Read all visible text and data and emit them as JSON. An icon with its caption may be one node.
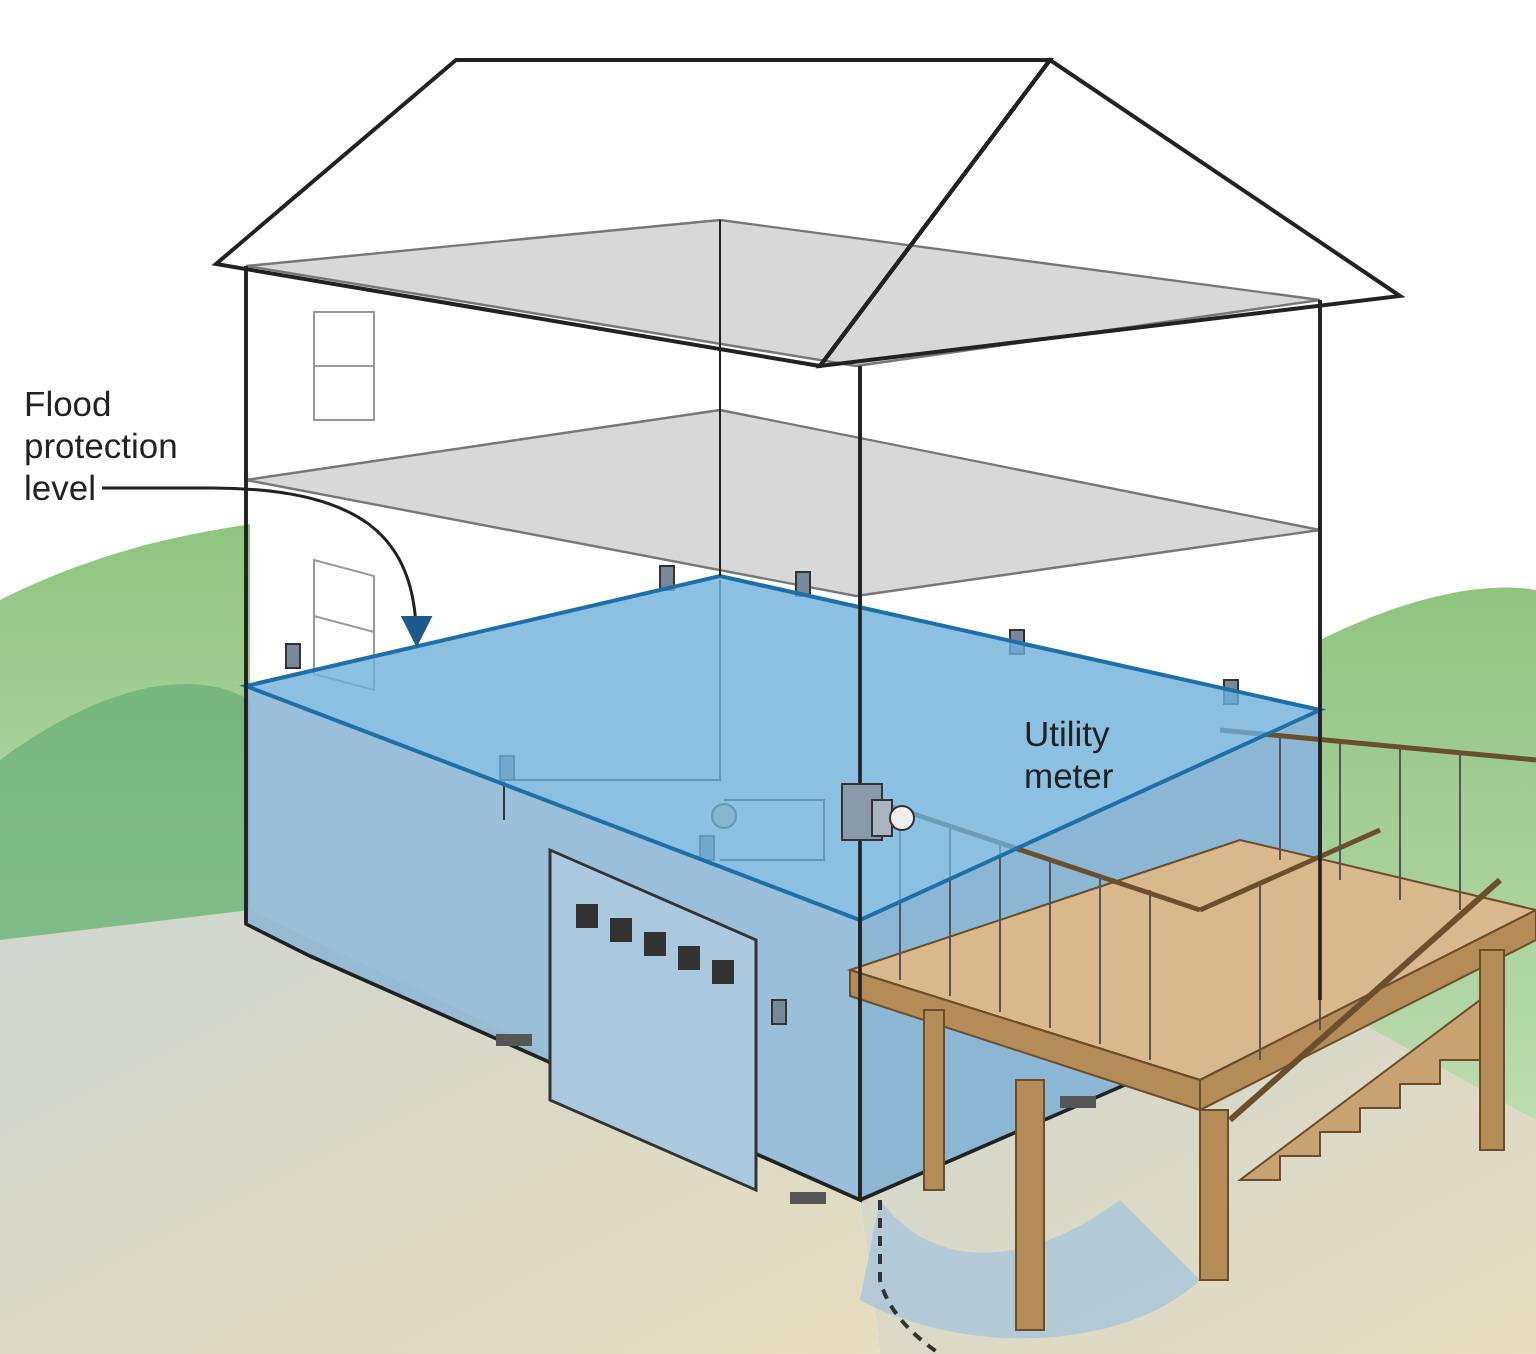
{
  "diagram": {
    "nodes": [
      {
        "text": [
          "Flood protection level"
        ]
      },
      {
        "text": [],
        "shape": "picture"
      }
    ],
    "edges": [
      {
        "from": 0,
        "to": 1,
        "arrow": "to"
      }
    ],
    "labels": [
      "Utility meter"
    ]
  }
}
